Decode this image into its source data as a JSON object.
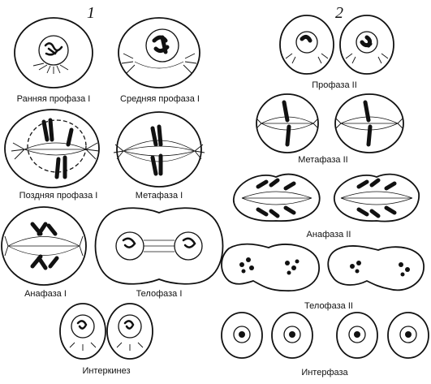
{
  "columns": {
    "meiosis1": "1",
    "meiosis2": "2"
  },
  "labels": {
    "early_prophase_1": "Ранняя профаза I",
    "mid_prophase_1": "Средняя профаза I",
    "late_prophase_1": "Поздняя профаза I",
    "metaphase_1": "Метафаза I",
    "anaphase_1": "Анафаза I",
    "telophase_1": "Телофаза I",
    "interkinesis": "Интеркинез",
    "prophase_2": "Профаза II",
    "metaphase_2": "Метафаза II",
    "anaphase_2": "Анафаза II",
    "telophase_2": "Телофаза II",
    "interphase": "Интерфаза"
  }
}
